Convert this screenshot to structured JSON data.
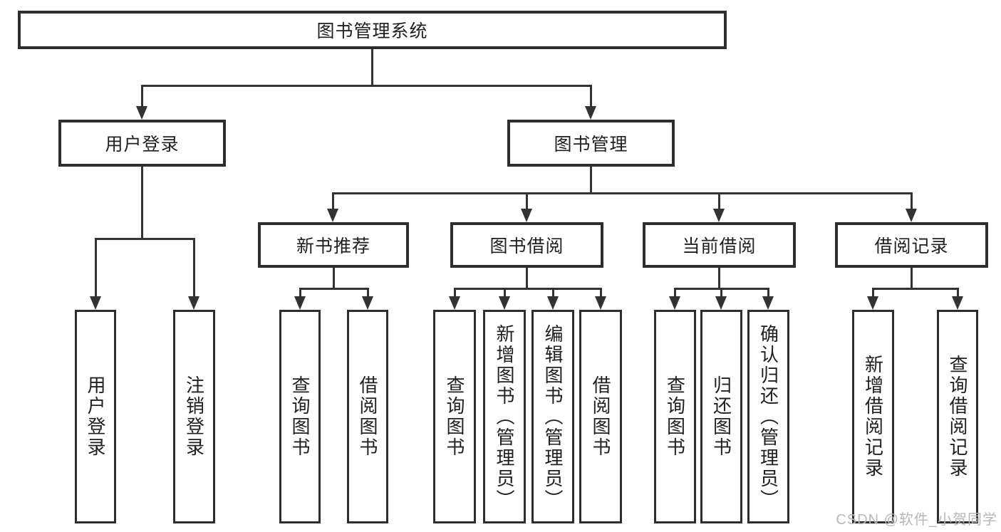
{
  "diagram": {
    "title_node": "图书管理系统",
    "level2": [
      "用户登录",
      "图书管理"
    ],
    "level3": [
      "新书推荐",
      "图书借阅",
      "当前借阅",
      "借阅记录"
    ],
    "groups": {
      "userLogin": [
        "用户登录",
        "注销登录"
      ],
      "newBook": [
        "查询图书",
        "借阅图书"
      ],
      "bookBorrow": [
        "查询图书",
        "新增图书（管理员）",
        "编辑图书（管理员）",
        "借阅图书"
      ],
      "currentBorrow": [
        "查询图书",
        "归还图书",
        "确认归还（管理员）"
      ],
      "borrowRecords": [
        "新增借阅记录",
        "查询借阅记录"
      ]
    }
  },
  "colors": {
    "line": "#333333",
    "box_border": "#2d2d2d",
    "text": "#1f1f1f",
    "background": "#ffffff",
    "watermark": "#b7b7b7"
  },
  "watermark": {
    "text": "CSDN @软件_小贺同学"
  }
}
